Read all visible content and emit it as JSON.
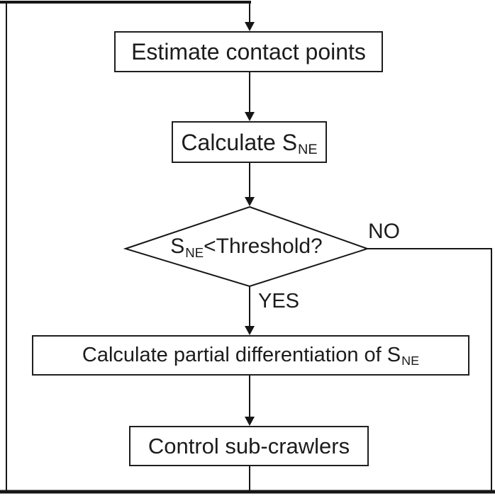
{
  "diagram": {
    "type": "flowchart",
    "colors": {
      "background": "#ffffff",
      "line": "#161616",
      "text": "#1c1c1c"
    },
    "nodes": {
      "estimate": {
        "shape": "rect",
        "label": "Estimate contact points"
      },
      "calculate": {
        "shape": "rect",
        "main": "Calculate S",
        "sub": "NE"
      },
      "decision": {
        "shape": "diamond",
        "main": "S",
        "sub": "NE",
        "suffix": "<Threshold?"
      },
      "partial": {
        "shape": "rect",
        "main": "Calculate partial differentiation of S",
        "sub": "NE"
      },
      "control": {
        "shape": "rect",
        "label": "Control sub-crawlers"
      }
    },
    "edge_labels": {
      "yes": "YES",
      "no": "NO"
    },
    "flow": [
      "loop-return -> Estimate contact points",
      "Estimate contact points -> Calculate S_NE",
      "Calculate S_NE -> S_NE<Threshold?",
      "S_NE<Threshold? -YES-> Calculate partial differentiation of S_NE",
      "S_NE<Threshold? -NO-> loop-return",
      "Calculate partial differentiation of S_NE -> Control sub-crawlers",
      "Control sub-crawlers -> loop-return"
    ]
  }
}
